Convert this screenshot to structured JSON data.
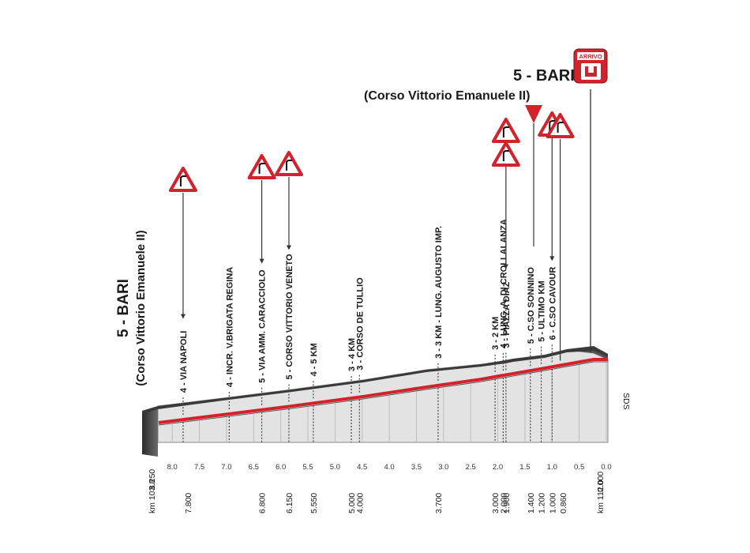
{
  "start": {
    "name": "5 - BARI",
    "sub": "(Corso Vittorio Emanuele II)",
    "km_start_total": "km 103.8",
    "km_start_remaining": "8.250"
  },
  "finish": {
    "name": "5 - BARI",
    "sub": "(Corso Vittorio Emanuele II)",
    "badge": "ARRIVO",
    "km_total": "km 112.0",
    "km_remaining": "0.000"
  },
  "sds_label": "SDS",
  "landmarks": [
    {
      "label": "4 - VIA NAPOLI",
      "dist": "",
      "sign": true
    },
    {
      "label": "4 - INCR. V.BRIGATA REGINA",
      "dist": "",
      "sign": false
    },
    {
      "label": "5 - VIA AMM. CARACCIOLO",
      "dist": "6.800",
      "sign": true
    },
    {
      "label": "5 - CORSO VITTORIO VENETO",
      "dist": "6.150",
      "sign": true
    },
    {
      "label": "4 - 5 KM",
      "dist": "5.550",
      "sign": false
    },
    {
      "label": "3 - 4 KM",
      "dist": "5.000",
      "sign": false
    },
    {
      "label": "3 - CORSO DE TULLIO",
      "dist": "4.000",
      "sign": false
    },
    {
      "label": "3 - 3 KM - LUNG. AUGUSTO IMP.",
      "dist": "3.700",
      "sign": false
    },
    {
      "label": "3 - 2 KM",
      "dist": "3.000",
      "sign": false
    },
    {
      "label": "4 - LUNG. A. DI CROLLALANZA",
      "dist": "2.000",
      "sign": false
    },
    {
      "label": "3 - PIAZZA DIAZ",
      "dist": "1.900",
      "sign": true
    },
    {
      "label": "5 - C.SO SONNINO",
      "dist": "1.400",
      "sign": false
    },
    {
      "label": "5 - ULTIMO KM",
      "dist": "1.200",
      "sign": false
    },
    {
      "label": "6 - C.SO CAVOUR",
      "dist": "1.000",
      "sign": true
    }
  ],
  "extra_dists": [
    "7.800",
    "0.860"
  ],
  "scale_ticks": [
    "8.0",
    "7.5",
    "7.0",
    "6.5",
    "6.0",
    "5.5",
    "5.0",
    "4.5",
    "4.0",
    "3.5",
    "3.0",
    "2.5",
    "2.0",
    "1.5",
    "1.0",
    "0.5",
    "0.0"
  ],
  "colors": {
    "road": "#d2222b",
    "warning": "#d2222b",
    "ground": "#e2e2e2",
    "arrivo": "#d2222b"
  }
}
